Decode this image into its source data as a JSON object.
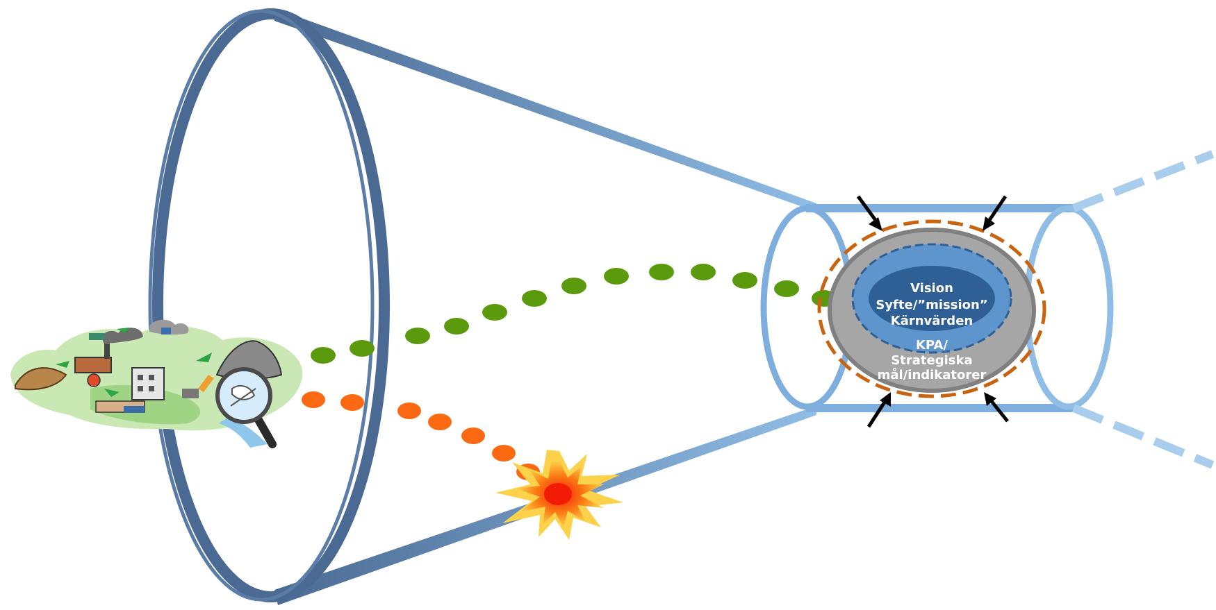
{
  "core": {
    "inner_lines": [
      "Vision",
      "Syfte/”mission”",
      "Kärnvärden"
    ],
    "outer_lines": [
      "KPA/",
      "Strategiska",
      "mål/indikatorer"
    ]
  },
  "colors": {
    "funnel_dark": "#4a6a93",
    "funnel_light": "#8fbde6",
    "tube_stroke": "#7eaede",
    "core_grey": "#a6a6a6",
    "core_grey_edge": "#808080",
    "core_blue": "#5f95cd",
    "core_dark": "#2e6096",
    "dash_orange": "#c86410",
    "dot_green": "#5a9a0c",
    "dot_orange": "#fb6a12",
    "arrow": "#000000",
    "explosion_outer": "#fbd24a",
    "explosion_inner": "#f32a08"
  },
  "icons": [
    "industrial-landscape-illustration-icon",
    "magnifying-glass-icon",
    "explosion-icon",
    "inward-arrow-icon"
  ]
}
